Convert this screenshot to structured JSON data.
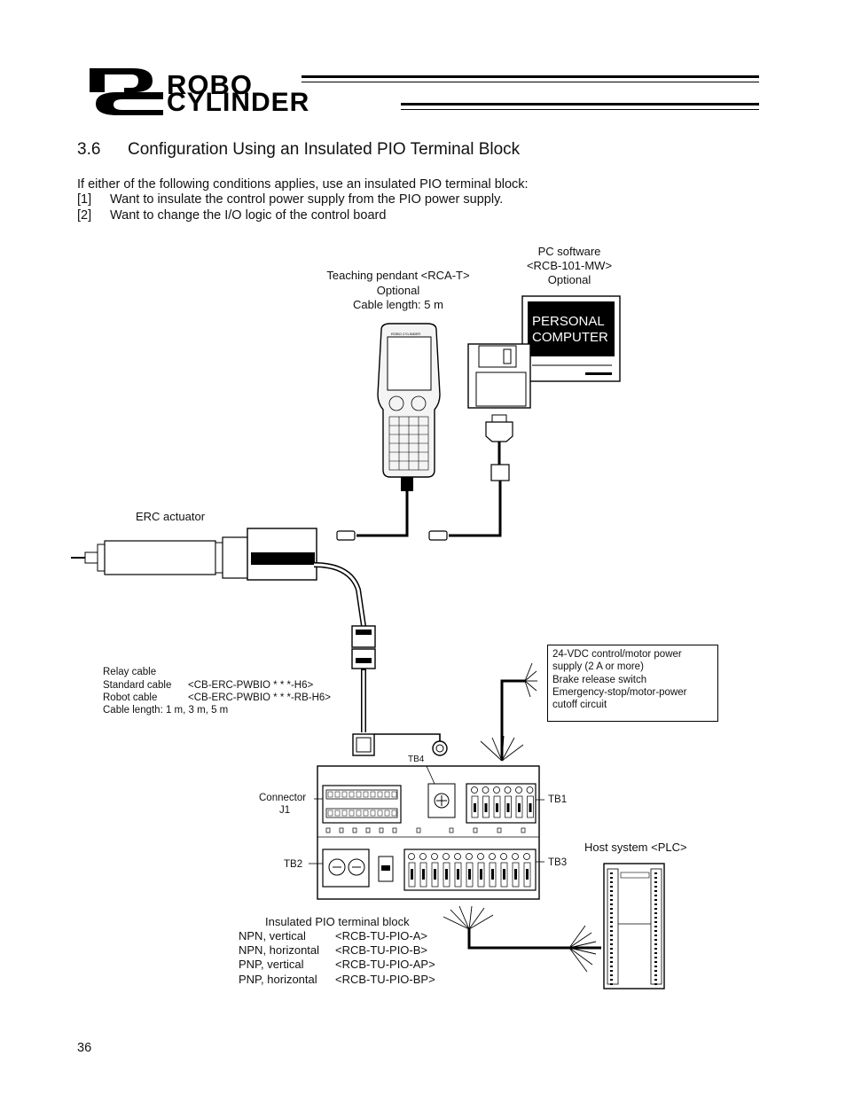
{
  "header": {
    "logo_letters": "RC",
    "logo_line1": "ROBO",
    "logo_line2": "CYLINDER"
  },
  "section": {
    "number": "3.6",
    "title": "Configuration Using an Insulated PIO Terminal Block"
  },
  "intro": {
    "lead": "If either of the following conditions applies, use an insulated PIO terminal block:",
    "items": [
      {
        "marker": "[1]",
        "text": "Want to insulate the control power supply from the PIO power supply."
      },
      {
        "marker": "[2]",
        "text": "Want to change the I/O logic of the control board"
      }
    ]
  },
  "diagram": {
    "teaching_pendant": {
      "line1": "Teaching pendant <RCA-T>",
      "line2": "Optional",
      "line3": "Cable length: 5 m"
    },
    "pc_software": {
      "line1": "PC software",
      "line2": "<RCB-101-MW>",
      "line3": "Optional"
    },
    "personal_computer": {
      "line1": "PERSONAL",
      "line2": "COMPUTER"
    },
    "erc_actuator": "ERC actuator",
    "relay_cable": {
      "title": "Relay cable",
      "standard_label": "Standard cable",
      "standard_model": "<CB-ERC-PWBIO * * *-H6>",
      "robot_label": "Robot cable",
      "robot_model": "<CB-ERC-PWBIO * * *-RB-H6>",
      "length": "Cable length: 1 m, 3 m, 5 m"
    },
    "power_note": {
      "line1": "24-VDC control/motor power",
      "line2": "supply (2 A or more)",
      "line3": "Brake release switch",
      "line4": "Emergency-stop/motor-power",
      "line5": "cutoff circuit"
    },
    "tb4": "TB4",
    "tb1": "TB1",
    "tb2": "TB2",
    "tb3": "TB3",
    "connector_line1": "Connector",
    "connector_line2": "J1",
    "host_system": "Host system <PLC>",
    "terminal_block": {
      "title": "Insulated PIO terminal block",
      "rows": [
        {
          "label": "NPN, vertical",
          "model": "<RCB-TU-PIO-A>"
        },
        {
          "label": "NPN, horizontal",
          "model": "<RCB-TU-PIO-B>"
        },
        {
          "label": "PNP, vertical",
          "model": "<RCB-TU-PIO-AP>"
        },
        {
          "label": "PNP, horizontal",
          "model": "<RCB-TU-PIO-BP>"
        }
      ]
    }
  },
  "footer": {
    "page_number": "36"
  }
}
